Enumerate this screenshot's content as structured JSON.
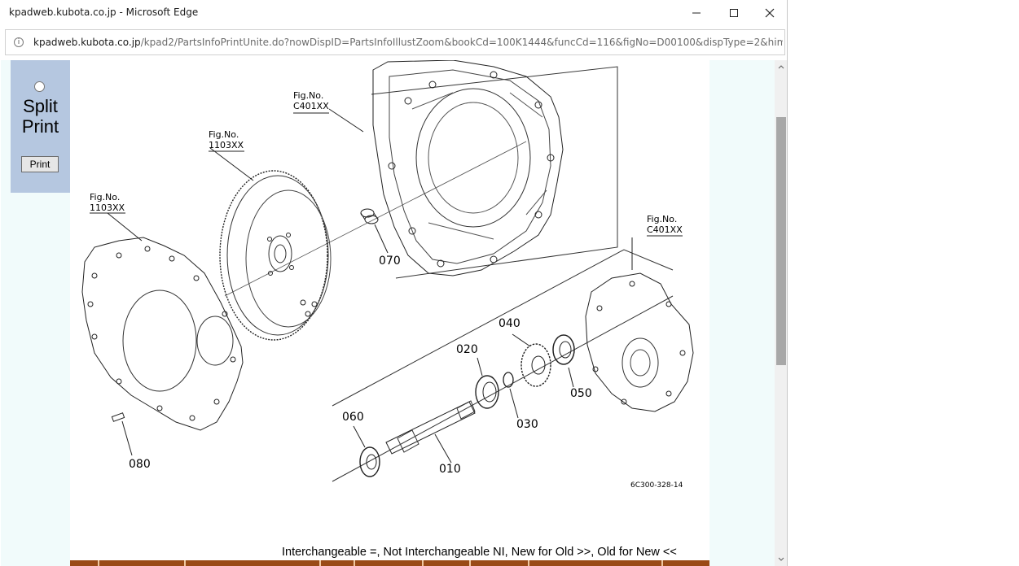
{
  "window": {
    "title": "kpadweb.kubota.co.jp - Microsoft Edge",
    "url_host": "kpadweb.kubota.co.jp",
    "url_path": "/kpad2/PartsInfoPrintUnite.do?nowDispID=PartsInfoIllustZoom&bookCd=100K1444&funcCd=116&figNo=D00100&dispType=2&himban=&prir"
  },
  "split_print": {
    "label_line1": "Split",
    "label_line2": "Print",
    "button_label": "Print"
  },
  "diagram": {
    "fig_labels": [
      {
        "fig": "Fig.No.",
        "code": "C401XX"
      },
      {
        "fig": "Fig.No.",
        "code": "1103XX"
      },
      {
        "fig": "Fig.No.",
        "code": "1103XX"
      },
      {
        "fig": "Fig.No.",
        "code": "C401XX"
      }
    ],
    "part_numbers": [
      "070",
      "040",
      "020",
      "050",
      "030",
      "060",
      "010",
      "080"
    ],
    "drawing_code": "6C300-328-14"
  },
  "legend": "Interchangeable =, Not Interchangeable NI, New for Old >>, Old for New <<",
  "colors": {
    "panel": "#b5c7e0",
    "content_bg": "#f1fbfb",
    "table_header": "#9a4a16"
  }
}
